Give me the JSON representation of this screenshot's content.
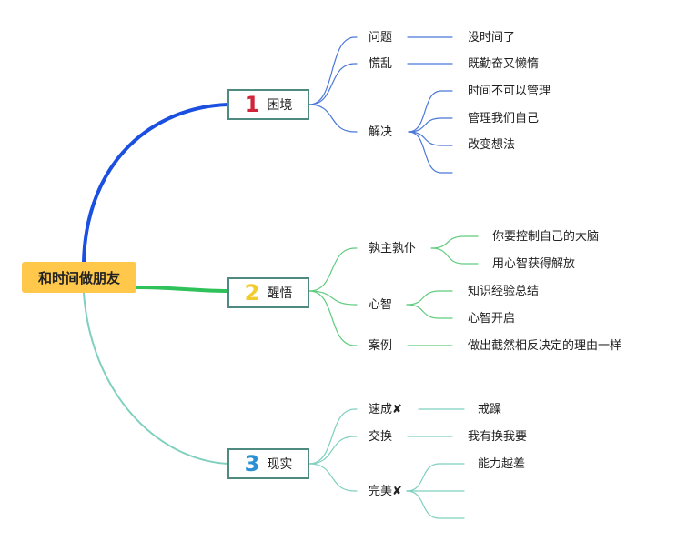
{
  "root": {
    "label": "和时间做朋友"
  },
  "topics": [
    {
      "number": "1",
      "number_color": "#d0263b",
      "label": "困境",
      "line_color": "#1a4fe0",
      "branch_color": "#4a78d8",
      "children": [
        {
          "label": "问题",
          "leaves": [
            "没时间了"
          ]
        },
        {
          "label": "慌乱",
          "leaves": [
            "既勤奋又懒惰"
          ]
        },
        {
          "label": "解决",
          "leaves": [
            "时间不可以管理",
            "管理我们自己",
            "改变想法",
            ""
          ]
        }
      ]
    },
    {
      "number": "2",
      "number_color": "#f2cc2e",
      "label": "醒悟",
      "line_color": "#2fc15a",
      "branch_color": "#62cc7f",
      "children": [
        {
          "label": "孰主孰仆",
          "leaves": [
            "你要控制自己的大脑",
            "用心智获得解放"
          ]
        },
        {
          "label": "心智",
          "leaves": [
            "知识经验总结",
            "心智开启"
          ]
        },
        {
          "label": "案例",
          "leaves": [
            "做出截然相反决定的理由一样"
          ]
        }
      ]
    },
    {
      "number": "3",
      "number_color": "#2a8fd4",
      "label": "现实",
      "line_color": "#7fd0bf",
      "branch_color": "#7fd0bf",
      "children": [
        {
          "label": "速成",
          "mark": "✘",
          "leaves": [
            "戒躁"
          ]
        },
        {
          "label": "交换",
          "leaves": [
            "我有换我要"
          ]
        },
        {
          "label": "完美",
          "mark": "✘",
          "leaves": [
            "能力越差",
            "",
            ""
          ]
        }
      ]
    }
  ]
}
